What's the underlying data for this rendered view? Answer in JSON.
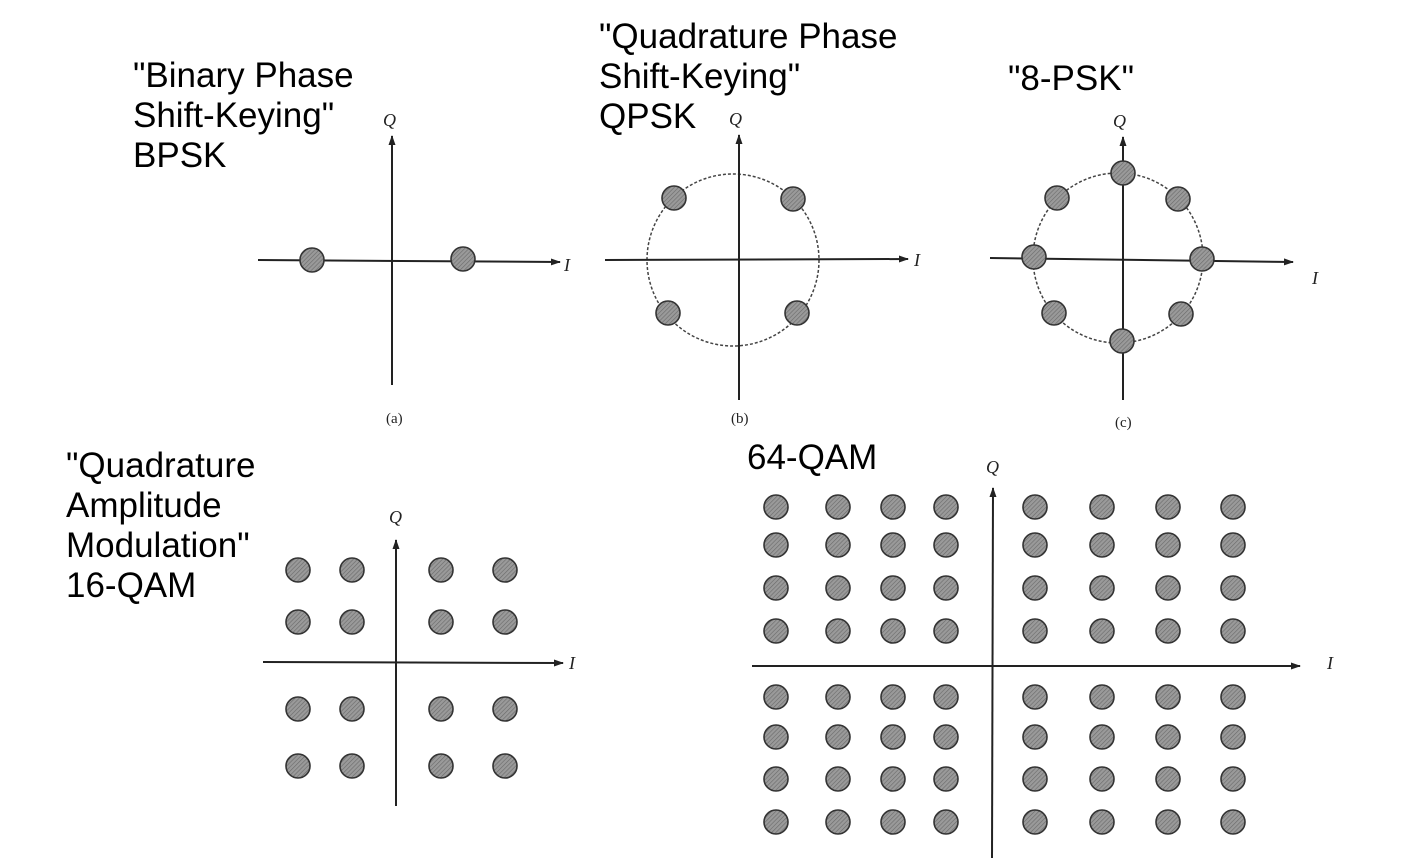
{
  "titles": {
    "bpsk": "\"Binary Phase\nShift-Keying\"\nBPSK",
    "qpsk": "\"Quadrature Phase\nShift-Keying\"\nQPSK",
    "psk8": "\"8-PSK\"",
    "qam16": "\"Quadrature\nAmplitude\nModulation\"\n16-QAM",
    "qam64": "64-QAM"
  },
  "axis_labels": {
    "i": "I",
    "q": "Q"
  },
  "sublabels": {
    "a": "(a)",
    "b": "(b)",
    "c": "(c)"
  },
  "colors": {
    "point_fill": "#8a8a8a",
    "point_stroke": "#333333",
    "axis": "#222222"
  }
}
